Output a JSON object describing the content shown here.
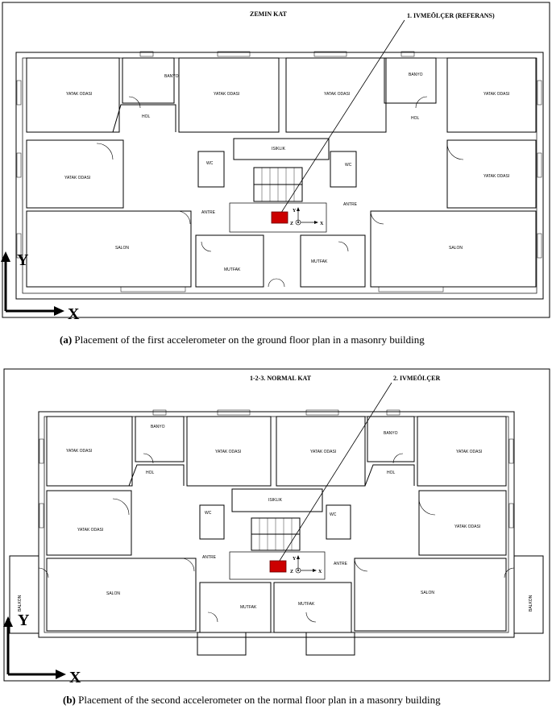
{
  "panel_a": {
    "title": "ZEMIN KAT",
    "sensor_label": "1. IVMEÖLÇER (REFERANS)",
    "caption_letter": "(a)",
    "caption_text": "Placement of the first accelerometer on the ground floor plan in a masonry building",
    "rooms": {
      "bedroom": "YATAK ODASI",
      "bath": "BANYO",
      "hall": "HOL",
      "light": "ISIKLIK",
      "wc": "WC",
      "entrance": "ANTRE",
      "salon": "SALON",
      "kitchen": "MUTFAK"
    }
  },
  "panel_b": {
    "title": "1-2-3. NORMAL KAT",
    "sensor_label": "2. IVMEÖLÇER",
    "caption_letter": "(b)",
    "caption_text": "Placement of the second accelerometer on the normal floor plan in a masonry building",
    "rooms": {
      "bedroom": "YATAK ODASI",
      "bath": "BANYO",
      "hall": "HOL",
      "light": "ISIKLIK",
      "wc": "WC",
      "entrance": "ANTRE",
      "salon": "SALON",
      "kitchen": "MUTFAK",
      "balcony": "BALKON"
    }
  },
  "axes": {
    "x": "X",
    "y": "Y",
    "z": "Z"
  },
  "colors": {
    "sensor": "#cc0000",
    "line": "#000000"
  }
}
